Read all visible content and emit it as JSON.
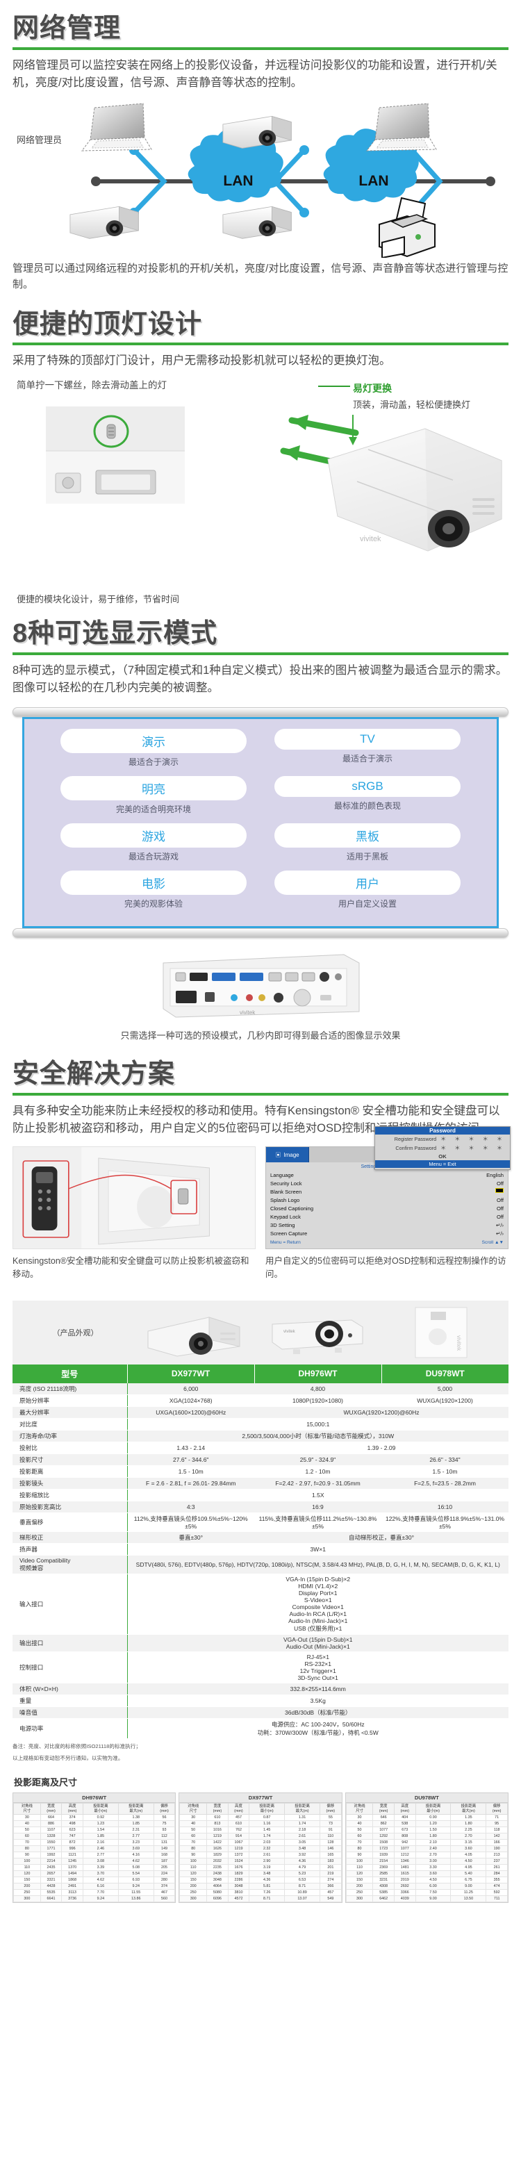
{
  "sections": {
    "network": {
      "title": "网络管理",
      "body": "网络管理员可以监控安装在网络上的投影仪设备，并远程访问投影仪的功能和设置，进行开机/关机，亮度/对比度设置，信号源、声音静音等状态的控制。",
      "diagram_label": "网络管理员",
      "lan_label": "LAN",
      "caption": "管理员可以通过网络远程的对投影机的开机/关机，亮度/对比度设置，信号源、声音静音等状态进行管理与控制。"
    },
    "lamp": {
      "title": "便捷的顶灯设计",
      "body": "采用了特殊的顶部灯门设计，用户无需移动投影机就可以轻松的更换灯泡。",
      "left_note": "简单拧一下螺丝，除去滑动盖上的灯",
      "callout_title": "易灯更换",
      "callout_sub": "顶装，滑动盖，轻松便捷换灯",
      "footer_note": "便捷的模块化设计，易于维修，节省时间"
    },
    "modes": {
      "title": "8种可选显示模式",
      "body": "8种可选的显示模式，（7种固定模式和1种自定义模式）投出来的图片被调整为最适合显示的需求。图像可以轻松的在几秒内完美的被调整。",
      "items": [
        {
          "name": "演示",
          "desc": "最适合于演示"
        },
        {
          "name": "TV",
          "desc": "最适合于演示"
        },
        {
          "name": "明亮",
          "desc": "完美的适合明亮环境"
        },
        {
          "name": "sRGB",
          "desc": "最标准的颜色表现"
        },
        {
          "name": "游戏",
          "desc": "最适合玩游戏"
        },
        {
          "name": "黑板",
          "desc": "适用于黑板"
        },
        {
          "name": "电影",
          "desc": "完美的观影体验"
        },
        {
          "name": "用户",
          "desc": "用户自定义设置"
        }
      ],
      "caption": "只需选择一种可选的预设模式，几秒内即可得到最合适的图像显示效果"
    },
    "security": {
      "title": "安全解决方案",
      "body": "具有多种安全功能来防止未经授权的移动和使用。特有Kensingston® 安全槽功能和安全键盘可以防止投影机被盗窃和移动，用户自定义的5位密码可以拒绝对OSD控制和远程控制操作的访问。",
      "left_note": "Kensingston®安全槽功能和安全键盘可以防止投影机被盗窃和移动。",
      "right_note": "用户自定义的5位密码可以拒绝对OSD控制和远程控制操作的访问。",
      "osd": {
        "tab_image": "Image",
        "breadcrumb": "Settings 1 ▸ Advanced 1",
        "rows": [
          {
            "label": "Language",
            "value": "English"
          },
          {
            "label": "Security Lock",
            "value": "Off"
          },
          {
            "label": "Blank Screen",
            "value": "▣"
          },
          {
            "label": "Splash Logo",
            "value": "Off"
          },
          {
            "label": "Closed Captioning",
            "value": "Off"
          },
          {
            "label": "Keypad Lock",
            "value": "Off"
          },
          {
            "label": "3D Setting",
            "value": "↵/›"
          },
          {
            "label": "Screen Capture",
            "value": "↵/›"
          }
        ],
        "footer": "Menu = Return",
        "footer_right": "Scroll ▲▼",
        "password": {
          "title": "Password",
          "register_label": "Register Password",
          "confirm_label": "Confirm Password",
          "dots": "＊ ＊ ＊ ＊ ＊",
          "ok": "OK",
          "exit": "Menu = Exit"
        }
      }
    }
  },
  "spec": {
    "photo_label": "（产品外观）",
    "columns": [
      "型号",
      "DX977WT",
      "DH976WT",
      "DU978WT"
    ],
    "rows": [
      {
        "label": "亮度 (ISO 21118流明)",
        "cells": [
          "6,000",
          "4,800",
          "5,000"
        ]
      },
      {
        "label": "原始分辨率",
        "cells": [
          "XGA(1024×768)",
          "1080P(1920×1080)",
          "WUXGA(1920×1200)"
        ]
      },
      {
        "label": "最大分辨率",
        "cells": [
          "UXGA(1600×1200)@60Hz",
          "WUXGA(1920×1200)@60Hz"
        ],
        "span": [
          1,
          2
        ]
      },
      {
        "label": "对比度",
        "cells": [
          "15,000:1"
        ],
        "span": [
          3
        ]
      },
      {
        "label": "灯泡寿命/功率",
        "cells": [
          "2,500/3,500/4,000小时（标准/节能/动态节能模式），310W"
        ],
        "span": [
          3
        ]
      },
      {
        "label": "投射比",
        "cells": [
          "1.43 - 2.14",
          "1.39 - 2.09"
        ],
        "span": [
          1,
          2
        ]
      },
      {
        "label": "投影尺寸",
        "cells": [
          "27.6\" - 344.6\"",
          "25.9\" - 324.9\"",
          "26.6\" - 334\""
        ]
      },
      {
        "label": "投影距离",
        "cells": [
          "1.5 - 10m",
          "1.2 - 10m",
          "1.5 - 10m"
        ]
      },
      {
        "label": "投影镜头",
        "cells": [
          "F = 2.6 - 2.81, f = 26.01- 29.84mm",
          "F=2.42 - 2.97, f=20.9 - 31.05mm",
          "F=2.5, f=23.5 - 28.2mm"
        ]
      },
      {
        "label": "投影缩放比",
        "cells": [
          "1.5X"
        ],
        "span": [
          3
        ]
      },
      {
        "label": "原始投影宽高比",
        "cells": [
          "4:3",
          "16:9",
          "16:10"
        ]
      },
      {
        "label": "垂直偏移",
        "cells": [
          "112%,支持垂直镜头位移109.5%±5%~120%±5%",
          "115%,支持垂直镜头位移111.2%±5%~130.8%±5%",
          "122%,支持垂直镜头位移118.9%±5%~131.0%±5%"
        ]
      },
      {
        "label": "梯形校正",
        "cells": [
          "垂直±30°",
          "自动梯形校正，垂直±30°"
        ],
        "span": [
          1,
          2
        ]
      },
      {
        "label": "扬声器",
        "cells": [
          "3W×1"
        ],
        "span": [
          3
        ]
      },
      {
        "label": "Video Compatibility 视频兼容",
        "cells": [
          "SDTV(480i, 576i), EDTV(480p, 576p), HDTV(720p, 1080i/p), NTSC(M, 3.58/4.43 MHz), PAL(B, D, G, H, I, M, N), SECAM(B, D, G, K, K1, L)"
        ],
        "span": [
          3
        ]
      },
      {
        "label": "输入接口",
        "cells": [
          "VGA-In (15pin D-Sub)×2\nHDMI (V1.4)×2\nDisplay Port×1\nS-Video×1\nComposite Video×1\nAudio-In RCA (L/R)×1\nAudio-In (Mini-Jack)×1\nUSB (仅服务用)×1"
        ],
        "span": [
          3
        ]
      },
      {
        "label": "输出接口",
        "cells": [
          "VGA-Out (15pin D-Sub)×1\nAudio-Out (Mini-Jack)×1"
        ],
        "span": [
          3
        ]
      },
      {
        "label": "控制接口",
        "cells": [
          "RJ-45×1\nRS-232×1\n12v Trigger×1\n3D-Sync Out×1"
        ],
        "span": [
          3
        ]
      },
      {
        "label": "体积 (W×D×H)",
        "cells": [
          "332.8×255×114.6mm"
        ],
        "span": [
          3
        ]
      },
      {
        "label": "重量",
        "cells": [
          "3.5Kg"
        ],
        "span": [
          3
        ]
      },
      {
        "label": "噪音值",
        "cells": [
          "36dB/30dB（标准/节能）"
        ],
        "span": [
          3
        ]
      },
      {
        "label": "电源功率",
        "cells": [
          "电源供应：AC 100-240V，50/60Hz\n功耗：370W/300W（标准/节能），待机 <0.5W"
        ],
        "span": [
          3
        ]
      }
    ],
    "notes": [
      "备注：亮度、对比度的标称依照ISO21118的标准执行；",
      "以上规格如有变动恕不另行通知，以实物为准。"
    ]
  },
  "throw": {
    "title": "投影距离及尺寸",
    "blocks": [
      {
        "name": "DH976WT",
        "headers": [
          "对角线\n尺寸",
          "宽度\n(mm)",
          "高度\n(mm)",
          "投影距离\n最小(m)",
          "投影距离\n最大(m)",
          "偏移\n(mm)"
        ],
        "rows": [
          [
            "30",
            "664",
            "374",
            "0.92",
            "1.38",
            "56"
          ],
          [
            "40",
            "886",
            "498",
            "1.23",
            "1.85",
            "75"
          ],
          [
            "50",
            "1107",
            "623",
            "1.54",
            "2.31",
            "93"
          ],
          [
            "60",
            "1328",
            "747",
            "1.85",
            "2.77",
            "112"
          ],
          [
            "70",
            "1550",
            "872",
            "2.16",
            "3.23",
            "131"
          ],
          [
            "80",
            "1771",
            "996",
            "2.46",
            "3.69",
            "149"
          ],
          [
            "90",
            "1992",
            "1121",
            "2.77",
            "4.16",
            "168"
          ],
          [
            "100",
            "2214",
            "1245",
            "3.08",
            "4.62",
            "187"
          ],
          [
            "110",
            "2435",
            "1370",
            "3.39",
            "5.08",
            "205"
          ],
          [
            "120",
            "2657",
            "1494",
            "3.70",
            "5.54",
            "224"
          ],
          [
            "150",
            "3321",
            "1868",
            "4.62",
            "6.93",
            "280"
          ],
          [
            "200",
            "4428",
            "2491",
            "6.16",
            "9.24",
            "374"
          ],
          [
            "250",
            "5535",
            "3113",
            "7.70",
            "11.55",
            "467"
          ],
          [
            "300",
            "6641",
            "3736",
            "9.24",
            "13.86",
            "560"
          ]
        ]
      },
      {
        "name": "DX977WT",
        "headers": [
          "对角线\n尺寸",
          "宽度\n(mm)",
          "高度\n(mm)",
          "投影距离\n最小(m)",
          "投影距离\n最大(m)",
          "偏移\n(mm)"
        ],
        "rows": [
          [
            "30",
            "610",
            "457",
            "0.87",
            "1.31",
            "55"
          ],
          [
            "40",
            "813",
            "610",
            "1.16",
            "1.74",
            "73"
          ],
          [
            "50",
            "1016",
            "762",
            "1.45",
            "2.18",
            "91"
          ],
          [
            "60",
            "1219",
            "914",
            "1.74",
            "2.61",
            "110"
          ],
          [
            "70",
            "1422",
            "1067",
            "2.03",
            "3.05",
            "128"
          ],
          [
            "80",
            "1626",
            "1219",
            "2.32",
            "3.48",
            "146"
          ],
          [
            "90",
            "1829",
            "1372",
            "2.61",
            "3.92",
            "165"
          ],
          [
            "100",
            "2032",
            "1524",
            "2.90",
            "4.36",
            "183"
          ],
          [
            "110",
            "2235",
            "1676",
            "3.19",
            "4.79",
            "201"
          ],
          [
            "120",
            "2438",
            "1829",
            "3.48",
            "5.23",
            "219"
          ],
          [
            "150",
            "3048",
            "2286",
            "4.36",
            "6.53",
            "274"
          ],
          [
            "200",
            "4064",
            "3048",
            "5.81",
            "8.71",
            "366"
          ],
          [
            "250",
            "5080",
            "3810",
            "7.26",
            "10.89",
            "457"
          ],
          [
            "300",
            "6096",
            "4572",
            "8.71",
            "13.07",
            "549"
          ]
        ]
      },
      {
        "name": "DU978WT",
        "headers": [
          "对角线\n尺寸",
          "宽度\n(mm)",
          "高度\n(mm)",
          "投影距离\n最小(m)",
          "投影距离\n最大(m)",
          "偏移\n(mm)"
        ],
        "rows": [
          [
            "30",
            "646",
            "404",
            "0.90",
            "1.35",
            "71"
          ],
          [
            "40",
            "862",
            "538",
            "1.20",
            "1.80",
            "95"
          ],
          [
            "50",
            "1077",
            "673",
            "1.50",
            "2.25",
            "118"
          ],
          [
            "60",
            "1292",
            "808",
            "1.80",
            "2.70",
            "142"
          ],
          [
            "70",
            "1508",
            "942",
            "2.10",
            "3.15",
            "166"
          ],
          [
            "80",
            "1723",
            "1077",
            "2.40",
            "3.60",
            "190"
          ],
          [
            "90",
            "1939",
            "1212",
            "2.70",
            "4.05",
            "213"
          ],
          [
            "100",
            "2154",
            "1346",
            "3.00",
            "4.50",
            "237"
          ],
          [
            "110",
            "2369",
            "1481",
            "3.30",
            "4.95",
            "261"
          ],
          [
            "120",
            "2585",
            "1615",
            "3.60",
            "5.40",
            "284"
          ],
          [
            "150",
            "3231",
            "2019",
            "4.50",
            "6.75",
            "355"
          ],
          [
            "200",
            "4308",
            "2692",
            "6.00",
            "9.00",
            "474"
          ],
          [
            "250",
            "5385",
            "3366",
            "7.50",
            "11.25",
            "592"
          ],
          [
            "300",
            "6462",
            "4039",
            "9.00",
            "13.50",
            "711"
          ]
        ]
      }
    ]
  },
  "colors": {
    "accent_green": "#3cab3c",
    "lan_blue": "#34a6e0",
    "heading_gray": "#4b4b4b",
    "board_purple": "#d8d5ea"
  }
}
